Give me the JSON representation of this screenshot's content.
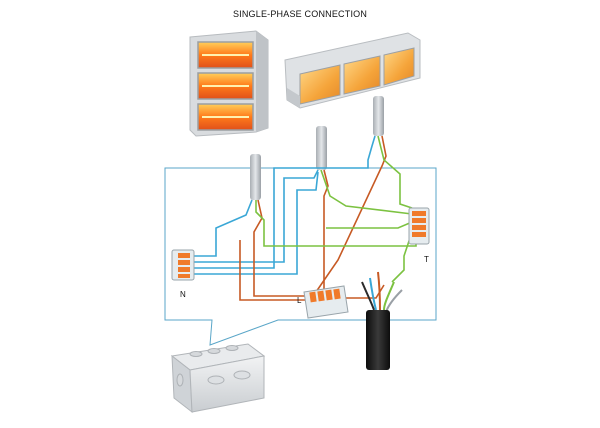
{
  "title": "SINGLE-PHASE CONNECTION",
  "labels": {
    "neutral": "N",
    "line": "L",
    "earth": "T"
  },
  "colors": {
    "neutral_wire": "#3aa7d6",
    "line_wire": "#c75a24",
    "earth_wire": "#7cc241",
    "frame": "#5aa6c8",
    "connector_orange": "#f07a2a",
    "cable_black": "#1b1b1b",
    "cable_grey": "#c8ccd0"
  },
  "components": {
    "heater_vertical": "triple-lamp-vertical-heater",
    "heater_horizontal": "triple-lamp-horizontal-heater",
    "junction_box": "junction-box"
  }
}
